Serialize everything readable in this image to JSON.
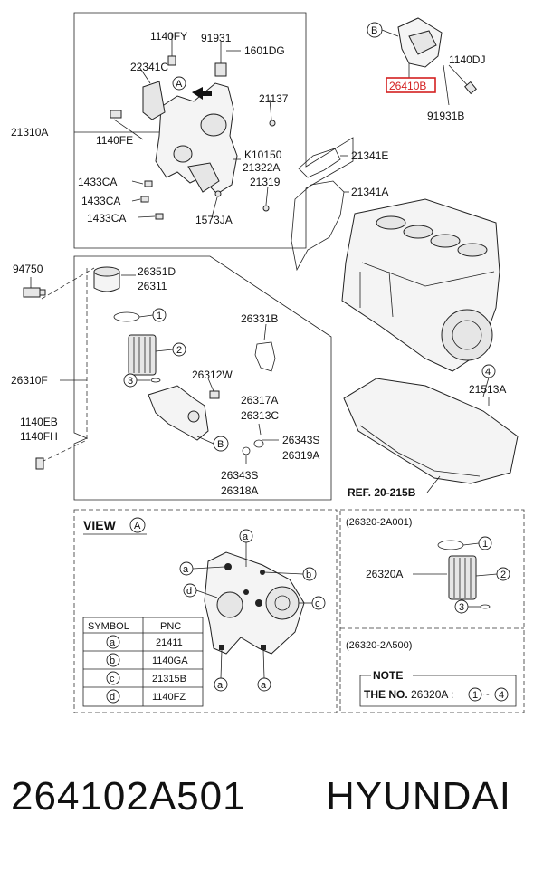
{
  "labels": {
    "b_marker": "B",
    "a_marker": "A",
    "l_1140FY": "1140FY",
    "l_91931": "91931",
    "l_1601DG": "1601DG",
    "l_22341C": "22341C",
    "l_21137": "21137",
    "l_21310A": "21310A",
    "l_1140FE": "1140FE",
    "l_K10150": "K10150",
    "l_21322A": "21322A",
    "l_21319": "21319",
    "l_1433CA_1": "1433CA",
    "l_1433CA_2": "1433CA",
    "l_1433CA_3": "1433CA",
    "l_1573JA": "1573JA",
    "l_21341E": "21341E",
    "l_21341A": "21341A",
    "l_1140DJ": "1140DJ",
    "l_26410B": "26410B",
    "l_91931B": "91931B",
    "l_94750": "94750",
    "l_26351D": "26351D",
    "l_26311": "26311",
    "l_26331B": "26331B",
    "l_26310F": "26310F",
    "l_26312W": "26312W",
    "l_26317A": "26317A",
    "l_26313C": "26313C",
    "l_26343S_1": "26343S",
    "l_26319A": "26319A",
    "l_26343S_2": "26343S",
    "l_26318A": "26318A",
    "l_1140EB": "1140EB",
    "l_1140FH": "1140FH",
    "l_21513A": "21513A",
    "l_ref": "REF. 20-215B",
    "n1": "1",
    "n2": "2",
    "n3": "3",
    "n4": "4",
    "n1b": "1",
    "n2b": "2",
    "n3b": "3",
    "b_marker2": "B",
    "a_view": "A"
  },
  "view": {
    "title": "VIEW",
    "letter_a1": "a",
    "letter_b": "b",
    "letter_d": "d",
    "letter_c": "c",
    "letter_a2": "a",
    "letter_a3": "a",
    "letter_a4": "a"
  },
  "table": {
    "headers": [
      "SYMBOL",
      "PNC"
    ],
    "rows": [
      {
        "symbol": "a",
        "pnc": "21411"
      },
      {
        "symbol": "b",
        "pnc": "1140GA"
      },
      {
        "symbol": "c",
        "pnc": "21315B"
      },
      {
        "symbol": "d",
        "pnc": "1140FZ"
      }
    ]
  },
  "kit": {
    "code1": "(26320-2A001)",
    "label": "26320A",
    "code2": "(26320-2A500)",
    "note_title": "NOTE",
    "note_prefix": "THE NO.",
    "note_part": "26320A :",
    "note_from": "1",
    "note_tilde": "~",
    "note_to": "4"
  },
  "caption": {
    "part_number": "264102A501",
    "brand": "HYUNDAI"
  },
  "colors": {
    "highlight": "#d42020"
  }
}
